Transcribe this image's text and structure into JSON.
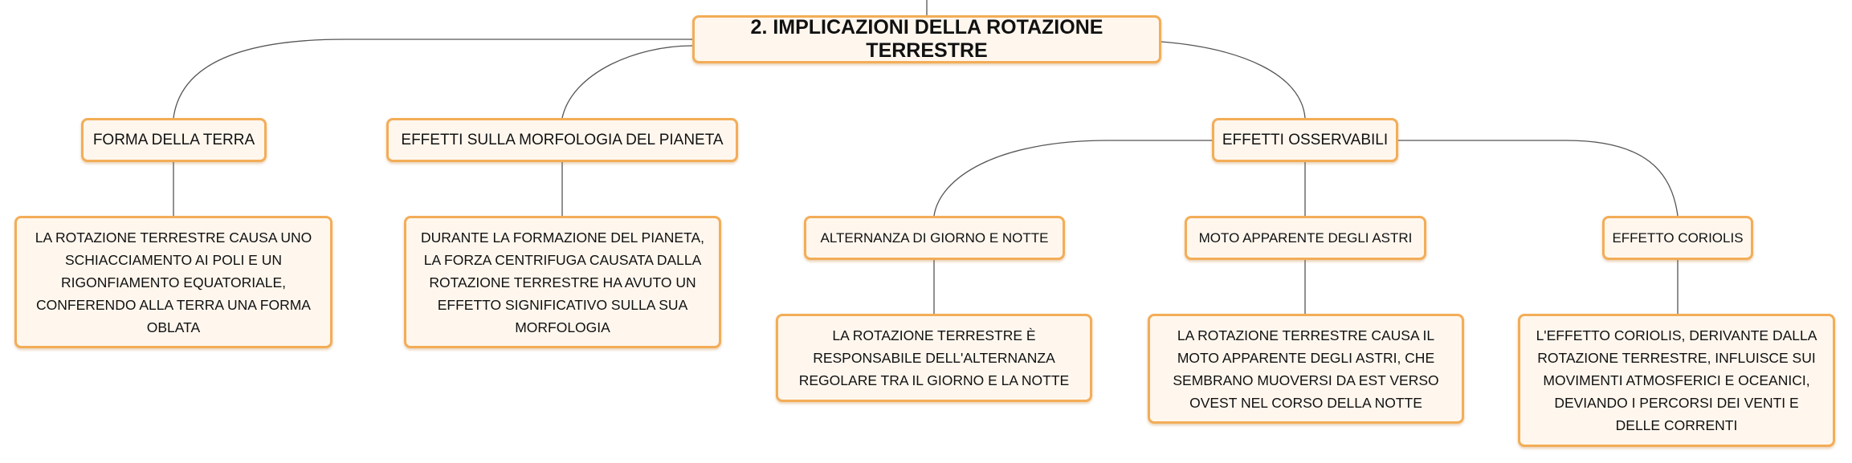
{
  "root": {
    "label": "2. IMPLICAZIONI DELLA ROTAZIONE TERRESTRE"
  },
  "branches": [
    {
      "label": "FORMA DELLA TERRA",
      "detail": "LA ROTAZIONE TERRESTRE CAUSA UNO SCHIACCIAMENTO AI POLI E UN RIGONFIAMENTO EQUATORIALE, CONFERENDO ALLA TERRA UNA FORMA OBLATA"
    },
    {
      "label": "EFFETTI SULLA MORFOLOGIA DEL PIANETA",
      "detail": "DURANTE LA FORMAZIONE DEL PIANETA, LA FORZA CENTRIFUGA CAUSATA DALLA ROTAZIONE TERRESTRE HA AVUTO UN EFFETTO SIGNIFICATIVO SULLA SUA MORFOLOGIA"
    },
    {
      "label": "EFFETTI OSSERVABILI",
      "children": [
        {
          "label": "ALTERNANZA DI GIORNO E NOTTE",
          "detail": "LA ROTAZIONE TERRESTRE È RESPONSABILE DELL'ALTERNANZA REGOLARE TRA IL GIORNO E LA NOTTE"
        },
        {
          "label": "MOTO APPARENTE DEGLI ASTRI",
          "detail": "LA ROTAZIONE TERRESTRE CAUSA IL MOTO APPARENTE DEGLI ASTRI, CHE SEMBRANO MUOVERSI DA EST VERSO OVEST NEL CORSO DELLA NOTTE"
        },
        {
          "label": "EFFETTO CORIOLIS",
          "detail": "L'EFFETTO CORIOLIS, DERIVANTE DALLA ROTAZIONE TERRESTRE, INFLUISCE SUI MOVIMENTI ATMOSFERICI E OCEANICI, DEVIANDO I PERCORSI DEI VENTI E DELLE CORRENTI"
        }
      ]
    }
  ],
  "colors": {
    "node_border": "#f3ad57",
    "node_fill": "#fff7ee",
    "connector": "#555555"
  }
}
